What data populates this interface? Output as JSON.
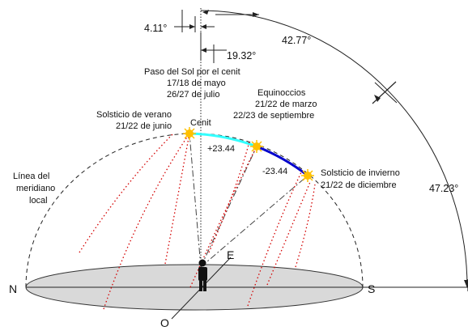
{
  "labels": {
    "angle_top": "4.11°",
    "angle_mid": "19.32°",
    "angle_right": "42.77°",
    "angle_side": "47.23°",
    "zenith_pass_1": "Paso del Sol por el cenit",
    "zenith_pass_2": "17/18 de mayo",
    "zenith_pass_3": "26/27 de julio",
    "cenit": "Cenit",
    "equinox_1": "Equinoccios",
    "equinox_2": "21/22 de marzo",
    "equinox_3": "22/23 de septiembre",
    "summer_1": "Solsticio de verano",
    "summer_2": "21/22 de junio",
    "winter_1": "Solsticio de invierno",
    "winter_2": "21/22 de diciembre",
    "decl_plus": "+23.44",
    "decl_minus": "-23.44",
    "meridian_1": "Línea del",
    "meridian_2": "meridiano",
    "meridian_3": "local",
    "north": "N",
    "south": "S",
    "east": "E",
    "west": "O"
  },
  "colors": {
    "sun": "#ffc000",
    "cyan_arc": "#33ffff",
    "blue_arc": "#0000cc",
    "ground": "#d9d9d9",
    "red_path": "#d40000"
  }
}
